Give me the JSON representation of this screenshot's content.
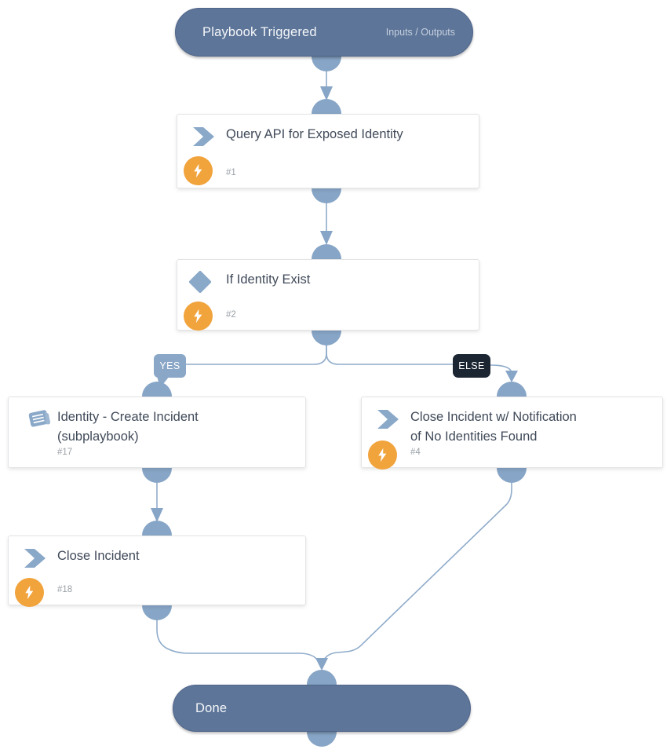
{
  "diagram": {
    "trigger": {
      "title": "Playbook Triggered",
      "io_link": "Inputs / Outputs"
    },
    "branch_labels": {
      "yes": "YES",
      "else": "ELSE"
    },
    "nodes": {
      "query": {
        "title": "Query API for Exposed Identity",
        "id": "#1",
        "type": "task"
      },
      "condition": {
        "title": "If Identity Exist",
        "id": "#2",
        "type": "condition"
      },
      "create_incident": {
        "title_line1": "Identity - Create Incident",
        "title_line2": "(subplaybook)",
        "id": "#17",
        "type": "subplaybook"
      },
      "close_notify": {
        "title_line1": "Close Incident w/ Notification",
        "title_line2": "of No Identities Found",
        "id": "#4",
        "type": "task"
      },
      "close": {
        "title": "Close Incident",
        "id": "#18",
        "type": "task"
      },
      "done": {
        "title": "Done"
      }
    },
    "icons": {
      "task": "chevron-right-icon",
      "condition": "diamond-icon",
      "subplaybook": "book-icon",
      "automation": "lightning-bolt-icon"
    },
    "colors": {
      "terminal_bg": "#5d7598",
      "connector_dot": "#87a5c6",
      "line": "#8fabca",
      "yes_label_bg": "#8aa7c7",
      "else_label_bg": "#1c2632",
      "automation_bg": "#f1a33c",
      "icon_blue": "#8aa8c8",
      "title_text": "#404a59",
      "id_text": "#9aa0a6"
    }
  }
}
